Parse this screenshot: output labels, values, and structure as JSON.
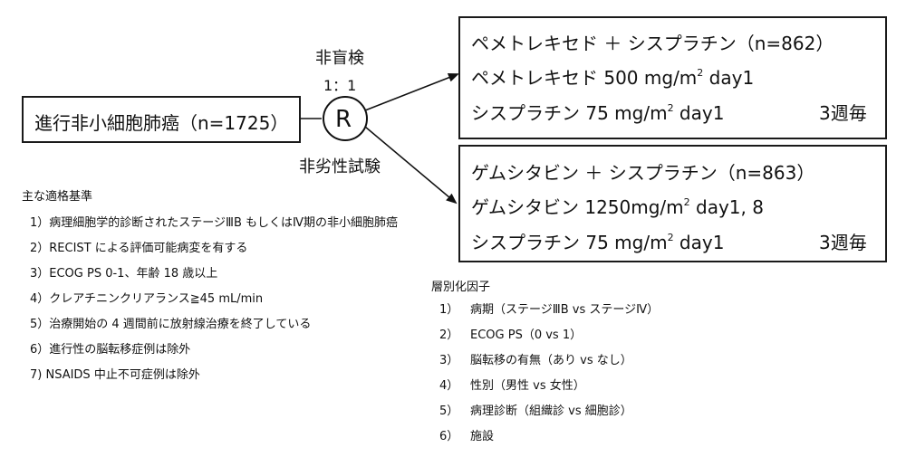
{
  "population": {
    "label": "進行非小細胞肺癌（n=1725）"
  },
  "randomization": {
    "symbol": "R",
    "design": "非盲検",
    "ratio": "1：1",
    "trial_type": "非劣性試験"
  },
  "arm1": {
    "title": "ペメトレキセド ＋ シスプラチン（n=862）",
    "drug1": {
      "name": "ペメトレキセド",
      "dose": "500 mg/m",
      "exp": "2",
      "day": " day1"
    },
    "drug2": {
      "name": "シスプラチン",
      "dose": "75 mg/m",
      "exp": "2",
      "day": " day1"
    },
    "schedule": "3週毎"
  },
  "arm2": {
    "title": "ゲムシタビン ＋ シスプラチン（n=863）",
    "drug1": {
      "name": "ゲムシタビン",
      "dose": "1250mg/m",
      "exp": "2",
      "day": " day1, 8"
    },
    "drug2": {
      "name": "シスプラチン",
      "dose": "75 mg/m",
      "exp": "2",
      "day": " day1"
    },
    "schedule": "3週毎"
  },
  "eligibility": {
    "heading": "主な適格基準",
    "items": [
      "1）病理細胞学的診断されたステージⅢB もしくはⅣ期の非小細胞肺癌",
      "2）RECIST による評価可能病変を有する",
      "3）ECOG PS 0-1、年齢 18 歳以上",
      "4）クレアチニンクリアランス≧45 mL/min",
      "5）治療開始の 4 週間前に放射線治療を終了している",
      "6）進行性の脳転移症例は除外",
      "7) NSAIDS 中止不可症例は除外"
    ]
  },
  "stratification": {
    "heading": "層別化因子",
    "items": [
      {
        "num": "1）",
        "text": "病期（ステージⅢB vs ステージⅣ）"
      },
      {
        "num": "2）",
        "text": "ECOG PS（0 vs 1）"
      },
      {
        "num": "3）",
        "text": "脳転移の有無（あり vs なし）"
      },
      {
        "num": "4）",
        "text": "性別（男性 vs 女性）"
      },
      {
        "num": "5）",
        "text": "病理診断（組織診 vs 細胞診）"
      },
      {
        "num": "6）",
        "text": "施設"
      }
    ]
  }
}
